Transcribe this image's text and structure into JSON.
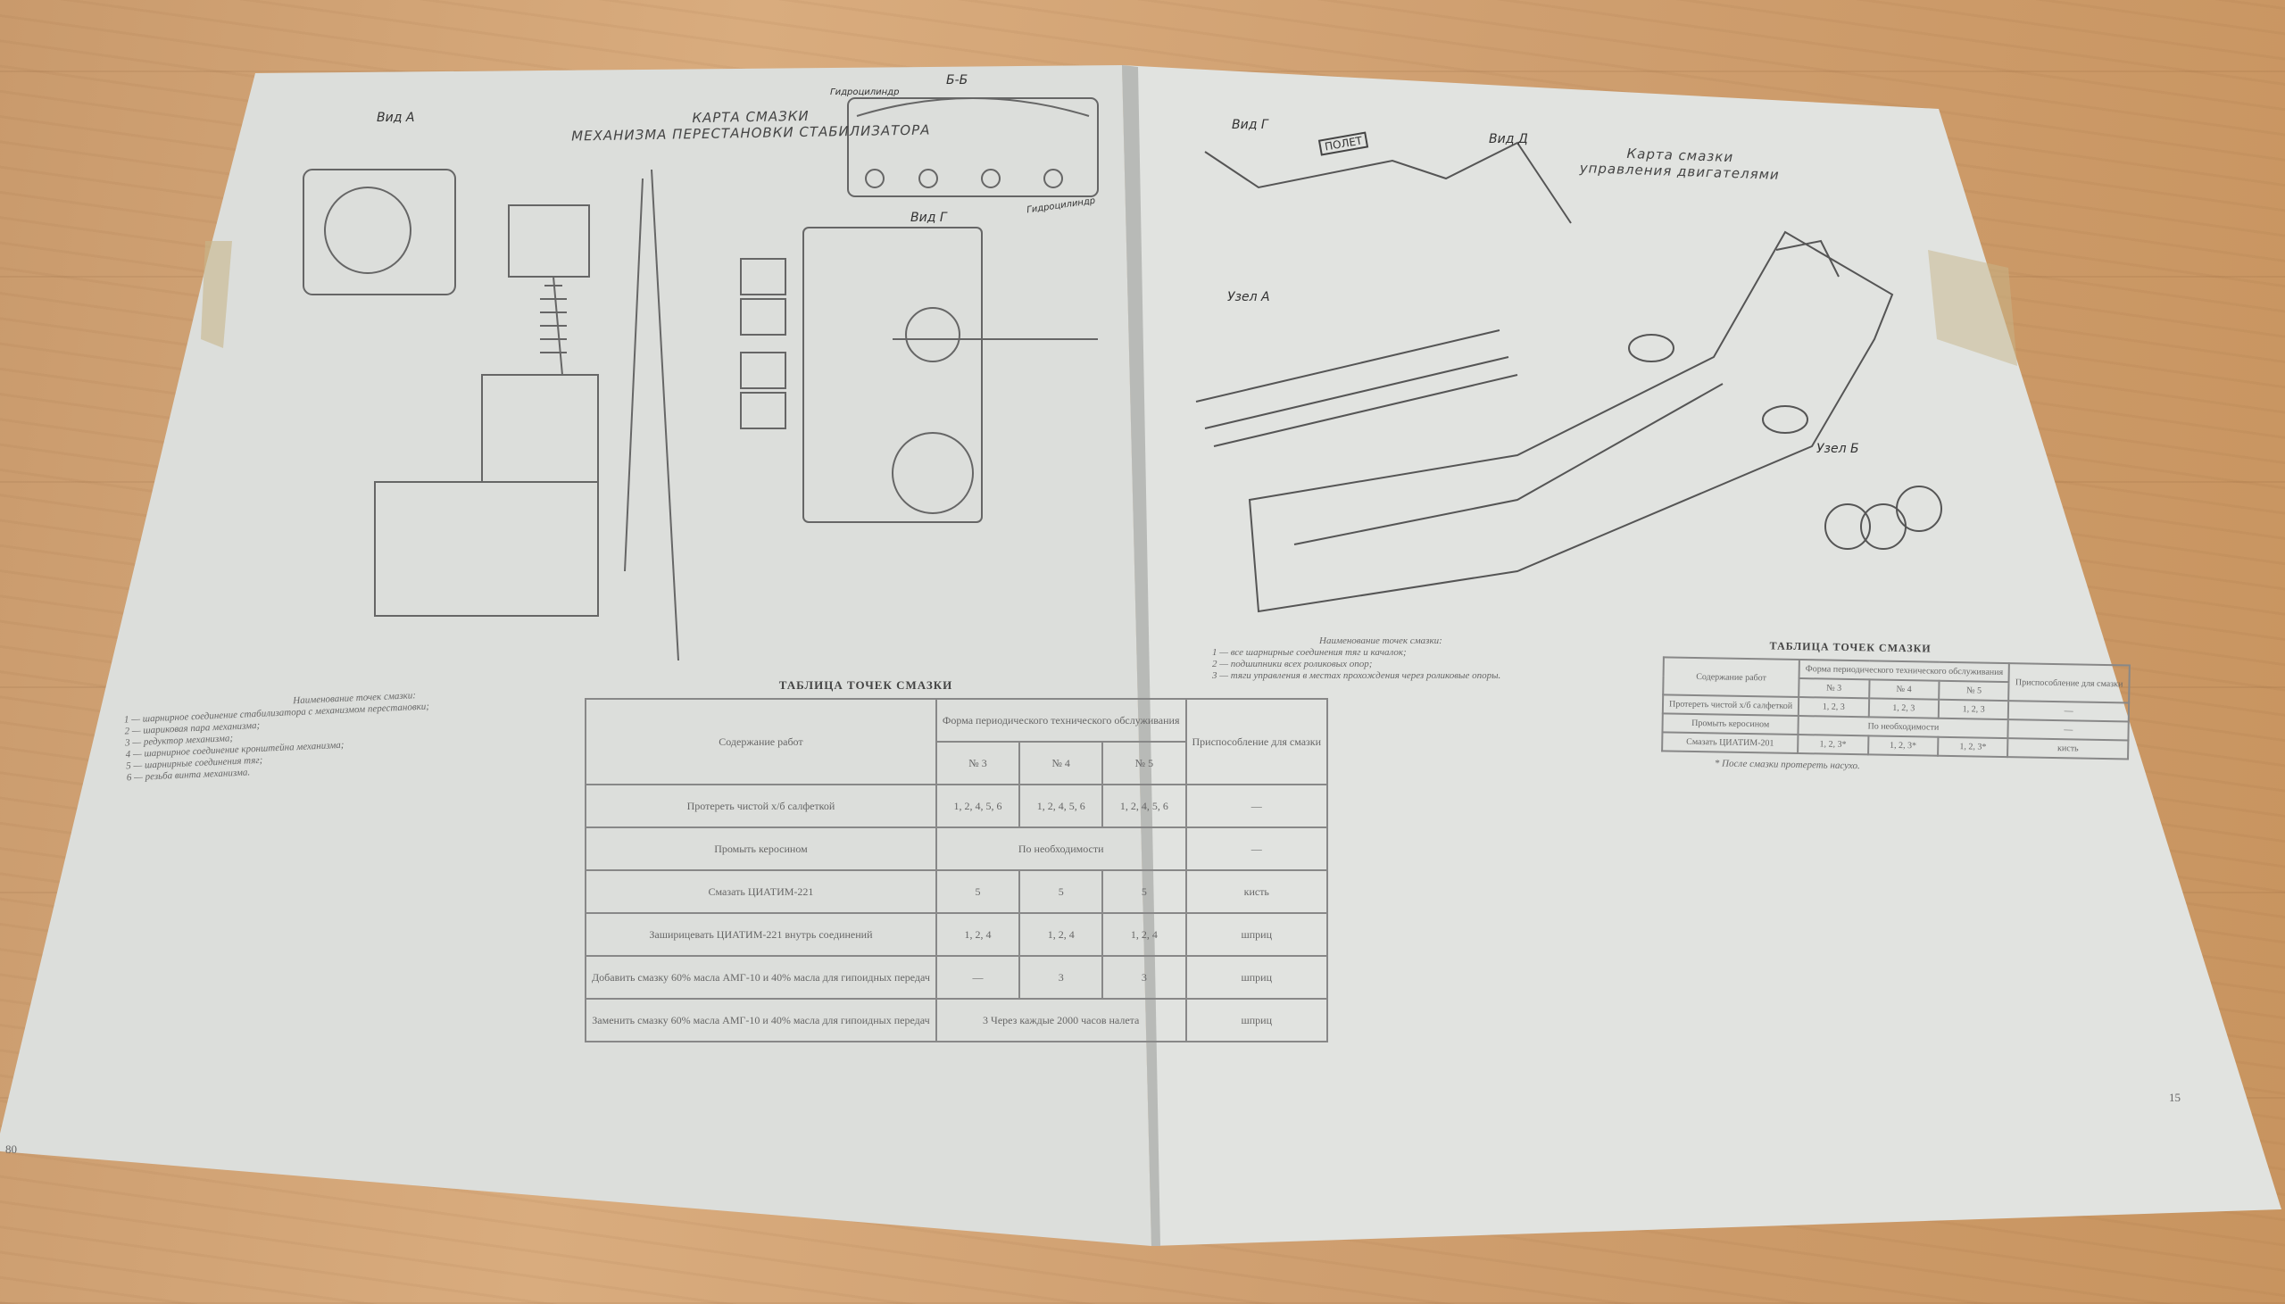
{
  "left_page": {
    "title_line1": "КАРТА СМАЗКИ",
    "title_line2": "МЕХАНИЗМА ПЕРЕСТАНОВКИ СТАБИЛИЗАТОРА",
    "labels": {
      "view_a": "Вид А",
      "section_bb": "Б-Б",
      "view_g": "Вид Г",
      "hydro1": "Гидроцилиндр",
      "hydro2": "Гидроцилиндр"
    },
    "legend_title": "Наименование точек смазки:",
    "legend": [
      "1 — шарнирное соединение стабилизатора с механизмом перестановки;",
      "2 — шариковая пара механизма;",
      "3 — редуктор механизма;",
      "4 — шарнирное соединение кронштейна механизма;",
      "5 — шарнирные соединения тяг;",
      "6 — резьба винта механизма."
    ],
    "table": {
      "title": "ТАБЛИЦА ТОЧЕК СМАЗКИ",
      "head_work": "Содержание работ",
      "head_form": "Форма периодического технического обслуживания",
      "head_tool": "Приспособление для смазки",
      "forms": [
        "№ 3",
        "№ 4",
        "№ 5"
      ],
      "rows": [
        {
          "work": "Протереть чистой х/б салфеткой",
          "cells": [
            "1, 2, 4, 5, 6",
            "1, 2, 4, 5, 6",
            "1, 2, 4, 5, 6"
          ],
          "tool": "—"
        },
        {
          "work": "Промыть керосином",
          "span": "По необходимости",
          "tool": "—"
        },
        {
          "work": "Смазать ЦИАТИМ-221",
          "cells": [
            "5",
            "5",
            "5"
          ],
          "tool": "кисть"
        },
        {
          "work": "Заширицевать ЦИАТИМ-221 внутрь соединений",
          "cells": [
            "1, 2, 4",
            "1, 2, 4",
            "1, 2, 4"
          ],
          "tool": "шприц"
        },
        {
          "work": "Добавить смазку 60% масла АМГ-10 и 40% масла для гипоидных передач",
          "cells": [
            "—",
            "3",
            "3"
          ],
          "tool": "шприц"
        },
        {
          "work": "Заменить смазку 60% масла АМГ-10 и 40% масла для гипоидных передач",
          "span": "3 Через каждые 2000 часов налета",
          "tool": "шприц"
        }
      ]
    },
    "page_number": "80"
  },
  "right_page": {
    "title_line1": "Карта смазки",
    "title_line2": "управления двигателями",
    "labels": {
      "view_g": "Вид Г",
      "view_d": "Вид Д",
      "flight": "ПОЛЕТ",
      "node_a": "Узел А",
      "node_b": "Узел Б"
    },
    "legend_title": "Наименование точек смазки:",
    "legend": [
      "1 — все шарнирные соединения тяг и качалок;",
      "2 — подшипники всех роликовых опор;",
      "3 — тяги управления в местах прохождения через роликовые опоры."
    ],
    "table": {
      "title": "ТАБЛИЦА ТОЧЕК СМАЗКИ",
      "head_work": "Содержание работ",
      "head_form": "Форма периодического технического обслуживания",
      "head_tool": "Приспособление для смазки",
      "forms": [
        "№ 3",
        "№ 4",
        "№ 5"
      ],
      "rows": [
        {
          "work": "Протереть чистой х/б салфеткой",
          "cells": [
            "1, 2, 3",
            "1, 2, 3",
            "1, 2, 3"
          ],
          "tool": "—"
        },
        {
          "work": "Промыть керосином",
          "span": "По необходимости",
          "tool": "—"
        },
        {
          "work": "Смазать ЦИАТИМ-201",
          "cells": [
            "1, 2, 3*",
            "1, 2, 3*",
            "1, 2, 3*"
          ],
          "tool": "кисть"
        }
      ],
      "footnote": "* После смазки протереть насухо."
    },
    "page_number": "15"
  }
}
